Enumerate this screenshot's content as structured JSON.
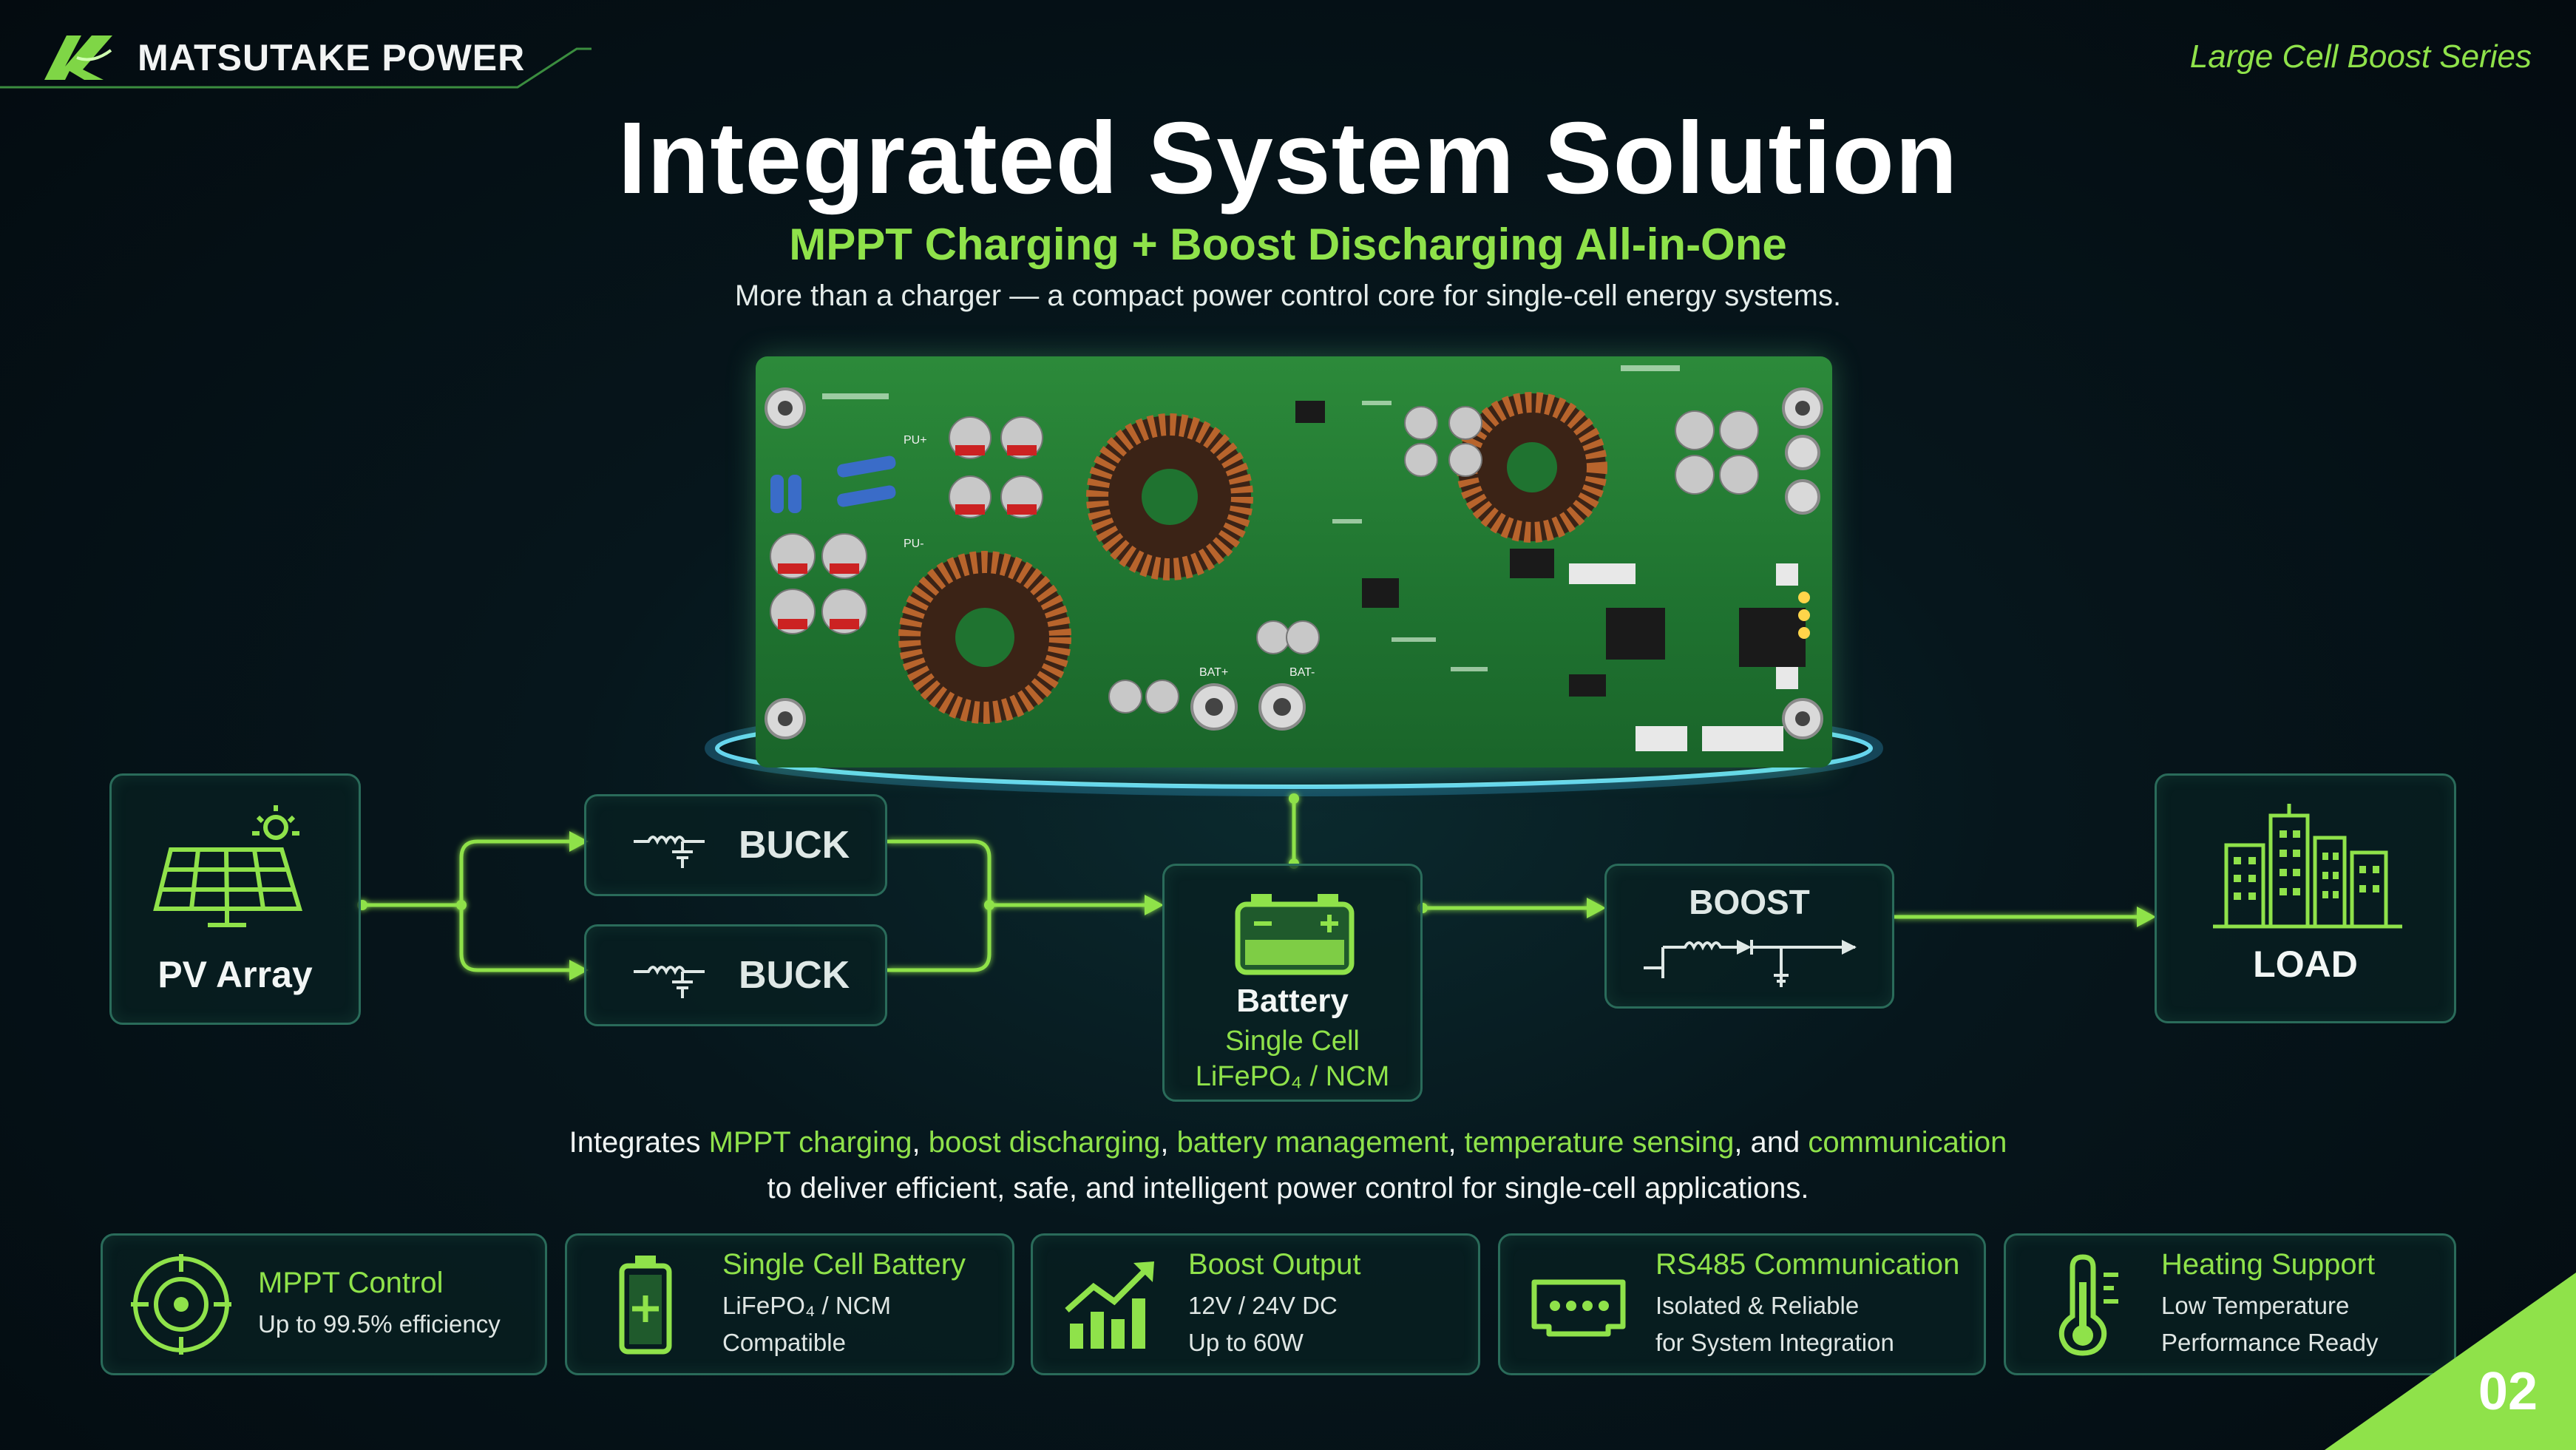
{
  "brand": {
    "name": "MATSUTAKE POWER"
  },
  "series": "Large Cell Boost Series",
  "title": "Integrated System Solution",
  "subtitle": "MPPT Charging + Boost Discharging All-in-One",
  "tagline": "More than a charger — a compact power control core for single-cell energy systems.",
  "pcb": {
    "labels": [
      "PU+",
      "PU-",
      "BAT+",
      "BAT-"
    ]
  },
  "flow": {
    "pv": "PV Array",
    "buck1": "BUCK",
    "buck2": "BUCK",
    "battery": {
      "title": "Battery",
      "line1": "Single Cell",
      "line2": "LiFePO₄ / NCM"
    },
    "boost": "BOOST",
    "load": "LOAD"
  },
  "integrates": {
    "prefix": "Integrates ",
    "item1": "MPPT charging",
    "sep1": ", ",
    "item2": "boost discharging",
    "sep2": ", ",
    "item3": "battery management",
    "sep3": ", ",
    "item4": "temperature sensing",
    "sep4": ", and ",
    "item5": "communication",
    "line2": "to deliver efficient, safe, and intelligent power control for single-cell applications."
  },
  "features": [
    {
      "title": "MPPT Control",
      "lines": [
        "Up to 99.5% efficiency"
      ],
      "icon": "target-icon"
    },
    {
      "title": "Single Cell Battery",
      "lines": [
        "LiFePO₄ / NCM Compatible"
      ],
      "icon": "battery-icon"
    },
    {
      "title": "Boost Output",
      "lines": [
        "12V / 24V DC",
        "Up to 60W"
      ],
      "icon": "growth-chart-icon"
    },
    {
      "title": "RS485 Communication",
      "lines": [
        "Isolated & Reliable",
        "for System Integration"
      ],
      "icon": "connector-icon"
    },
    {
      "title": "Heating Support",
      "lines": [
        "Low Temperature",
        "Performance Ready"
      ],
      "icon": "thermometer-icon"
    }
  ],
  "page_number": "02",
  "colors": {
    "accent": "#8fe24a",
    "background": "#06161c",
    "box_border": "#2a6b5a"
  }
}
